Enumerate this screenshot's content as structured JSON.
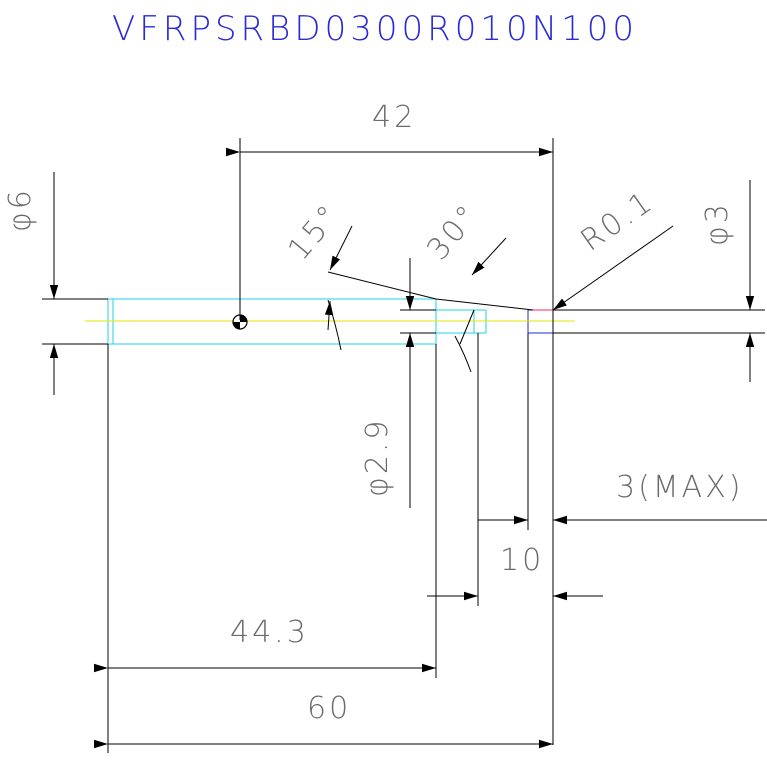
{
  "title": "VFRPSRBD0300R010N100",
  "dimensions": {
    "overall_length": "60",
    "shank_length": "44.3",
    "gauge_length": "42",
    "neck_length": "10",
    "cut_length": "3(MAX)",
    "shank_diameter": "φ6",
    "tool_diameter": "φ3",
    "neck_diameter": "φ2.9",
    "corner_radius": "R0.1",
    "taper_angle_1": "15°",
    "taper_angle_2": "30°"
  },
  "colors": {
    "title": "#2a2ad8",
    "dimension_text": "#6b6b6b",
    "dimension_line": "#000000",
    "tool_outline": "#22d3e6",
    "centerline": "#e6e600",
    "corner_radius_mark": "#ff2060",
    "tip_outline": "#1a2fd0"
  }
}
